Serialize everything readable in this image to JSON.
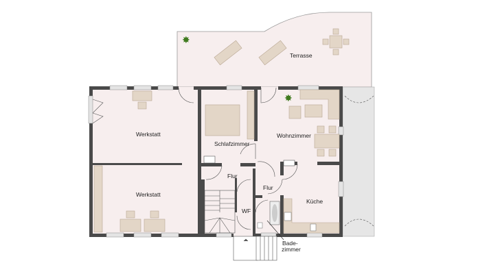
{
  "rooms": {
    "terrace": "Terrasse",
    "workshop_top": "Werkstatt",
    "workshop_bottom": "Werkstatt",
    "bedroom": "Schlafzimmer",
    "living": "Wohnzimmer",
    "hall_left": "Flur",
    "hall_right": "Flur",
    "wc": "WF",
    "kitchen": "Küche",
    "bathroom_line1": "Bade-",
    "bathroom_line2": "zimmer"
  },
  "colors": {
    "floor": "#f7eeee",
    "wall": "#4a4a4a",
    "furniture": "#e3d6c7",
    "patio": "#e6e6e6",
    "plant": "#3f7a1e"
  }
}
